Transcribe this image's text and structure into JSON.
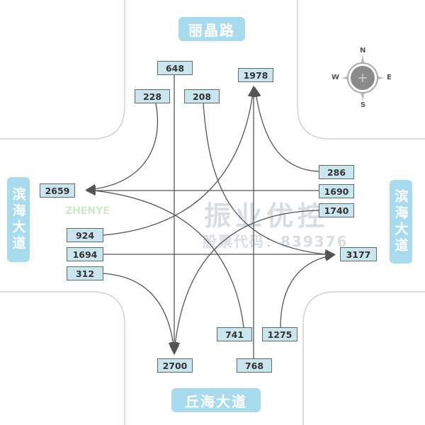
{
  "roads": {
    "north": "丽晶路",
    "south": "丘海大道",
    "west": "滨海大道",
    "east": "滨海大道"
  },
  "compass": {
    "n": "N",
    "s": "S",
    "e": "E",
    "w": "W"
  },
  "watermark": {
    "brand": "振业优控",
    "code": "股票代码：839376",
    "latin": "ZHENYE"
  },
  "volumes": {
    "n_top": "648",
    "n_left": "228",
    "n_right": "208",
    "ne_top": "1978",
    "e_286": "286",
    "e_1690": "1690",
    "e_1740": "1740",
    "w_2659": "2659",
    "w_924": "924",
    "w_1694": "1694",
    "w_312": "312",
    "e_3177": "3177",
    "s_741": "741",
    "s_1275": "1275",
    "s_2700": "2700",
    "s_768": "768"
  },
  "colors": {
    "road_label_bg": "#a9dbef",
    "box_bg": "#c9e6ee",
    "road_edge": "#d0d0d0",
    "arrow": "#555555"
  }
}
